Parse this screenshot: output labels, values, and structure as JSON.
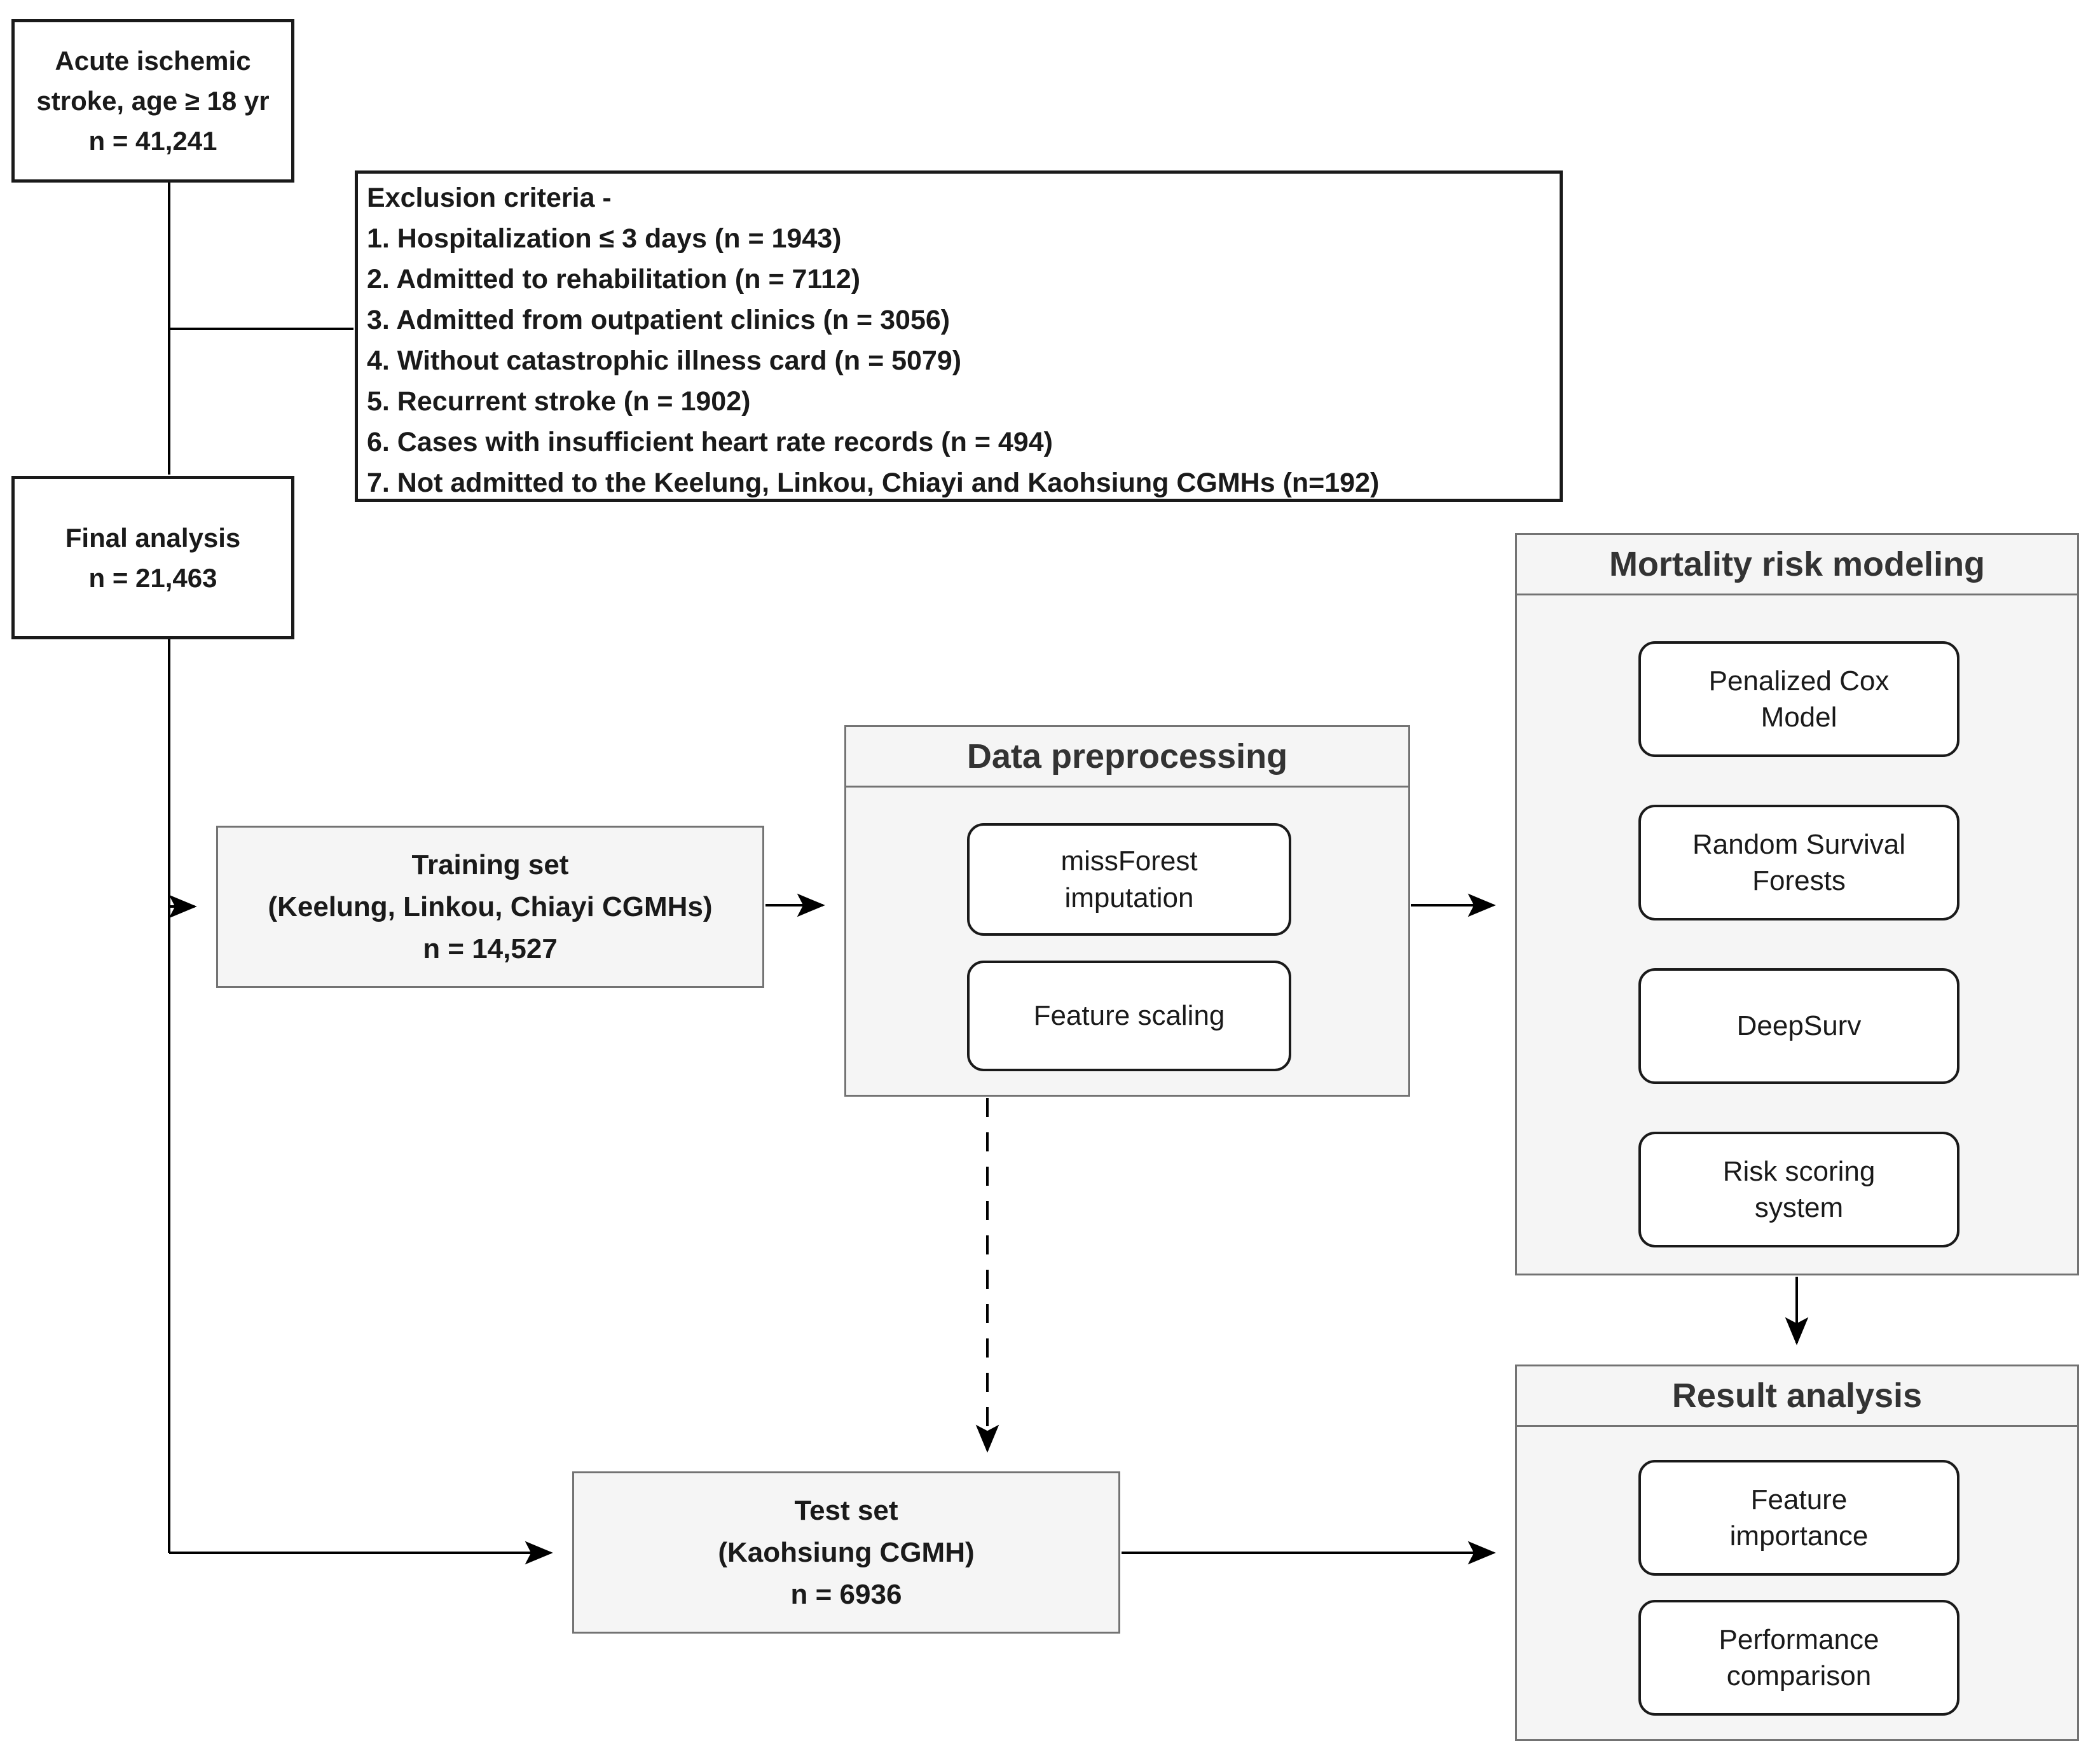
{
  "figure": {
    "colors": {
      "background": "#ffffff",
      "node_border": "#1a1a1a",
      "panel_border": "#737373",
      "panel_fill": "#f5f5f5",
      "header_text": "#333333",
      "connector": "#000000"
    },
    "nodes": {
      "acute": {
        "text": "Acute ischemic\nstroke, age ≥ 18 yr\nn = 41,241"
      },
      "final": {
        "text": "Final analysis\nn = 21,463"
      },
      "training": {
        "text": "Training set\n(Keelung, Linkou, Chiayi CGMHs)\nn = 14,527"
      },
      "test": {
        "text": "Test set\n(Kaohsiung CGMH)\nn = 6936"
      }
    },
    "exclusion": {
      "title": "Exclusion criteria -",
      "items": [
        "1. Hospitalization ≤ 3 days (n = 1943)",
        "2. Admitted to rehabilitation (n = 7112)",
        "3. Admitted from outpatient clinics (n = 3056)",
        "4. Without catastrophic illness card (n = 5079)",
        "5. Recurrent stroke (n = 1902)",
        "6. Cases with insufficient heart rate records (n = 494)",
        "7. Not admitted to the Keelung, Linkou, Chiayi and Kaohsiung CGMHs (n=192)"
      ]
    },
    "panels": {
      "preprocessing": {
        "title": "Data preprocessing",
        "steps": [
          "missForest\nimputation",
          "Feature scaling"
        ]
      },
      "modeling": {
        "title": "Mortality risk modeling",
        "steps": [
          "Penalized Cox\nModel",
          "Random Survival\nForests",
          "DeepSurv",
          "Risk scoring\nsystem"
        ]
      },
      "results": {
        "title": "Result analysis",
        "steps": [
          "Feature\nimportance",
          "Performance\ncomparison"
        ]
      }
    }
  }
}
